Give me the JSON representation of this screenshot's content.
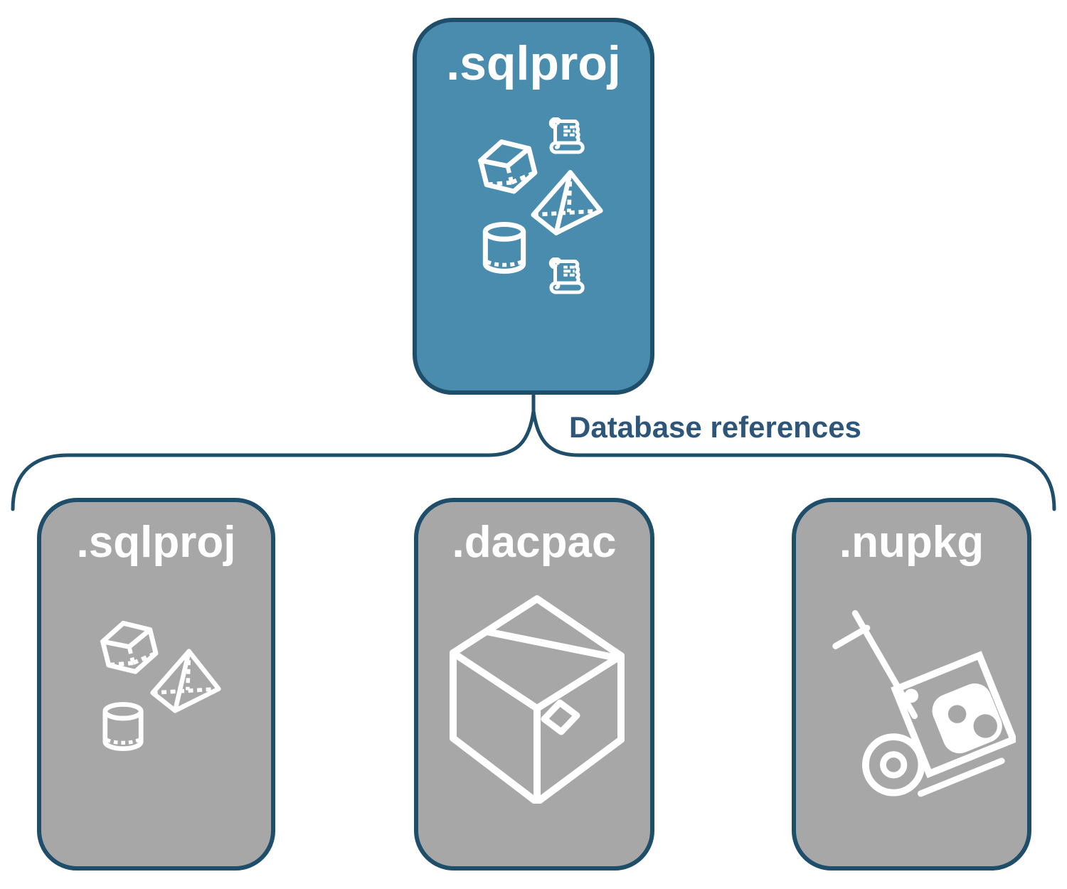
{
  "diagram": {
    "root": {
      "label": ".sqlproj",
      "icons": [
        "cube-icon",
        "scroll-icon",
        "pyramid-icon",
        "cylinder-icon",
        "scroll-icon"
      ]
    },
    "connector": {
      "label": "Database references"
    },
    "children": [
      {
        "label": ".sqlproj",
        "icons": [
          "cube-icon",
          "pyramid-icon",
          "cylinder-icon"
        ]
      },
      {
        "label": ".dacpac",
        "icons": [
          "package-box-icon"
        ]
      },
      {
        "label": ".nupkg",
        "icons": [
          "nuget-hand-truck-icon"
        ]
      }
    ],
    "colors": {
      "root_fill": "#4A8CAD",
      "child_fill": "#A7A7A7",
      "outline": "#1F4E6B",
      "label_text": "#FFFFFF",
      "connector_text": "#2D567A",
      "icon_stroke": "#FFFFFF",
      "background": "#FFFFFF"
    }
  }
}
